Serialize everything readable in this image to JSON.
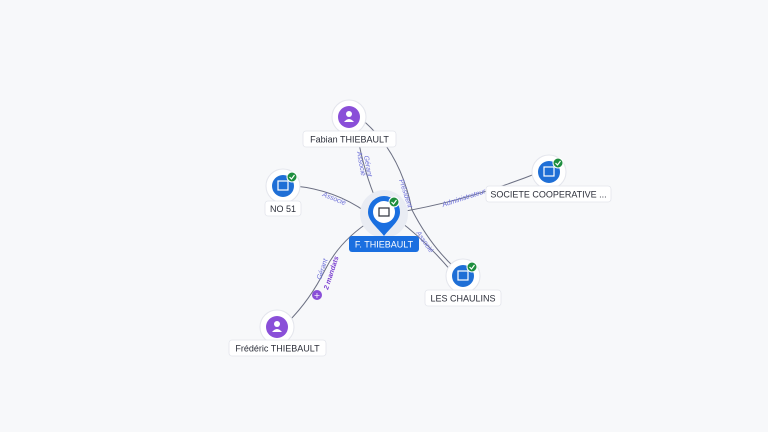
{
  "center": {
    "label": "F. THIEBAULT",
    "icon": "building-icon",
    "status": "active-check"
  },
  "nodes": [
    {
      "id": "fabian",
      "label": "Fabian THIEBAULT",
      "kind": "person",
      "icon": "person-icon"
    },
    {
      "id": "no51",
      "label": "NO 51",
      "kind": "company",
      "icon": "building-icon",
      "status": "active-check"
    },
    {
      "id": "societe",
      "label": "SOCIETE COOPERATIVE ...",
      "kind": "company",
      "icon": "building-icon",
      "status": "active-check"
    },
    {
      "id": "chaulins",
      "label": "LES CHAULINS",
      "kind": "company",
      "icon": "building-icon",
      "status": "active-check"
    },
    {
      "id": "frederic",
      "label": "Frédéric THIEBAULT",
      "kind": "person",
      "icon": "person-icon"
    }
  ],
  "edges": {
    "fabian_gerant": "Gérant",
    "fabian_associe": "Associé",
    "fabian_chaulins": "Président",
    "no51": "Associé",
    "societe": "Administrateur",
    "chaulins": "Associé",
    "frederic_gerant": "Gérant",
    "frederic_mandates": "2 mandats"
  },
  "colors": {
    "person": "#8a4fd8",
    "company": "#1f6fd6",
    "check": "#1e8e3e",
    "center_label": "#1a6fe0",
    "edge_label": "#6c6fd8"
  }
}
